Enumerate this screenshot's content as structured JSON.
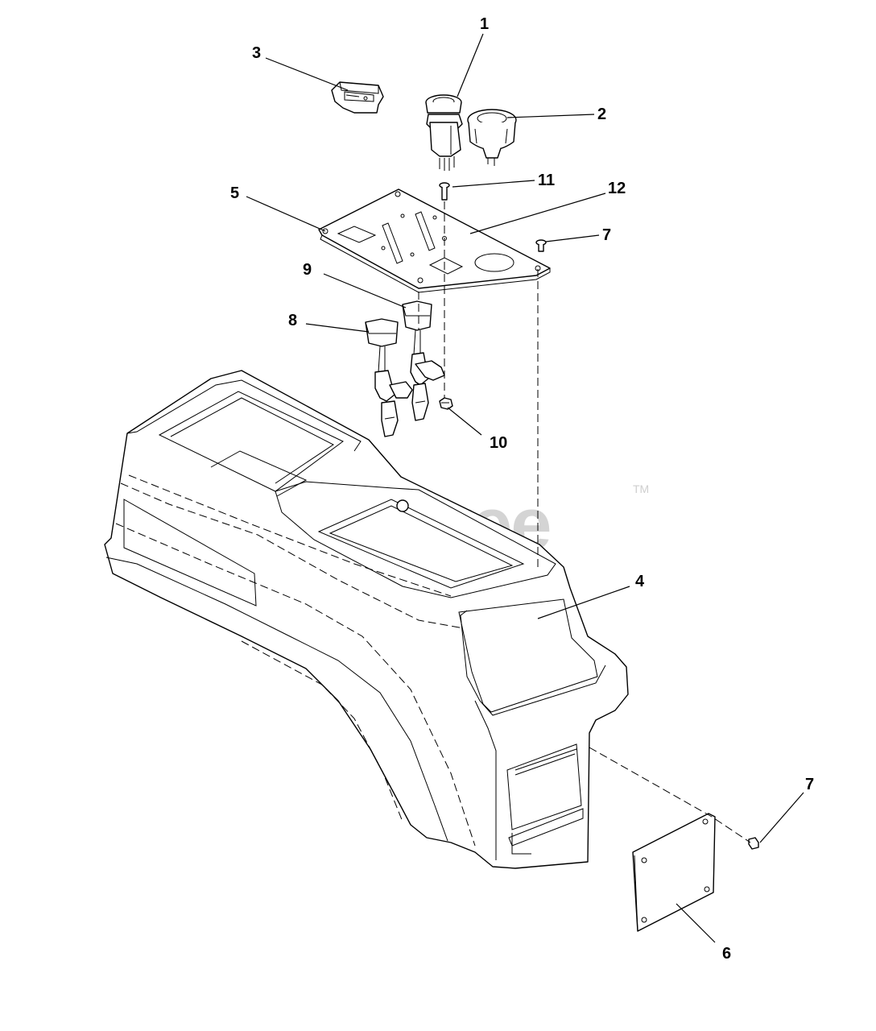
{
  "watermark": {
    "text": "PartsTree",
    "trademark": "TM"
  },
  "callouts": [
    {
      "id": "c1",
      "label": "1"
    },
    {
      "id": "c2",
      "label": "2"
    },
    {
      "id": "c3",
      "label": "3"
    },
    {
      "id": "c4",
      "label": "4"
    },
    {
      "id": "c5",
      "label": "5"
    },
    {
      "id": "c6",
      "label": "6"
    },
    {
      "id": "c7a",
      "label": "7"
    },
    {
      "id": "c7b",
      "label": "7"
    },
    {
      "id": "c8",
      "label": "8"
    },
    {
      "id": "c9",
      "label": "9"
    },
    {
      "id": "c10",
      "label": "10"
    },
    {
      "id": "c11",
      "label": "11"
    },
    {
      "id": "c12",
      "label": "12"
    }
  ]
}
